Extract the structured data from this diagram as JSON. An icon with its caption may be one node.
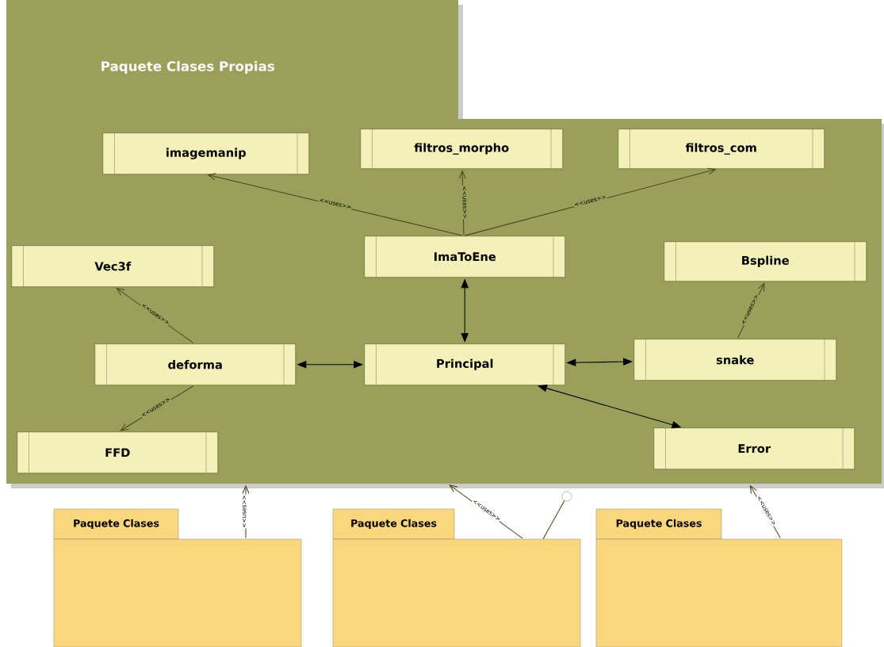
{
  "diagram": {
    "nodes": [
      {
        "text": [
          "Paquete Clases Propias"
        ]
      },
      {
        "text": [
          "imagemanip"
        ],
        "in": 0
      },
      {
        "text": [
          "filtros_morpho"
        ],
        "in": 0
      },
      {
        "text": [
          "filtros_com"
        ],
        "in": 0
      },
      {
        "text": [
          "Vec3f"
        ],
        "in": 0
      },
      {
        "text": [
          "ImaToEne"
        ],
        "in": 0
      },
      {
        "text": [
          "Bspline"
        ],
        "in": 0
      },
      {
        "text": [
          "deforma"
        ],
        "in": 0
      },
      {
        "text": [
          "Principal"
        ],
        "in": 0
      },
      {
        "text": [
          "snake"
        ],
        "in": 0
      },
      {
        "text": [
          "FFD"
        ],
        "in": 0
      },
      {
        "text": [
          "Error"
        ],
        "in": 0
      },
      {
        "text": [
          "Paquete Clases"
        ]
      },
      {
        "text": [
          "Paquete Clases"
        ]
      },
      {
        "text": [
          "Paquete Clases"
        ]
      },
      {
        "text": [],
        "shape": "circle"
      }
    ],
    "edges": [
      {
        "from": 5,
        "to": 1,
        "arrow": "to",
        "label": "<<uses>>"
      },
      {
        "from": 5,
        "to": 2,
        "arrow": "to",
        "label": "<<uses>>"
      },
      {
        "from": 5,
        "to": 3,
        "arrow": "to",
        "label": "<<uses>>"
      },
      {
        "from": 7,
        "to": 4,
        "arrow": "to",
        "label": "<<uses>>"
      },
      {
        "from": 7,
        "to": 10,
        "arrow": "to",
        "label": "<<uses>>"
      },
      {
        "from": 9,
        "to": 6,
        "arrow": "to",
        "label": "<<uses>>"
      },
      {
        "from": 5,
        "to": 8,
        "arrow": "both"
      },
      {
        "from": 7,
        "to": 8,
        "arrow": "both"
      },
      {
        "from": 8,
        "to": 9,
        "arrow": "both"
      },
      {
        "from": 8,
        "to": 11,
        "arrow": "both"
      },
      {
        "from": 12,
        "to": 0,
        "arrow": "to",
        "label": "<<uses>>"
      },
      {
        "from": 13,
        "to": 0,
        "arrow": "to",
        "label": "<<uses>>"
      },
      {
        "from": 13,
        "to": 15,
        "arrow": "none"
      },
      {
        "from": 14,
        "to": 0,
        "arrow": "to",
        "label": "<<uses>>"
      }
    ]
  }
}
